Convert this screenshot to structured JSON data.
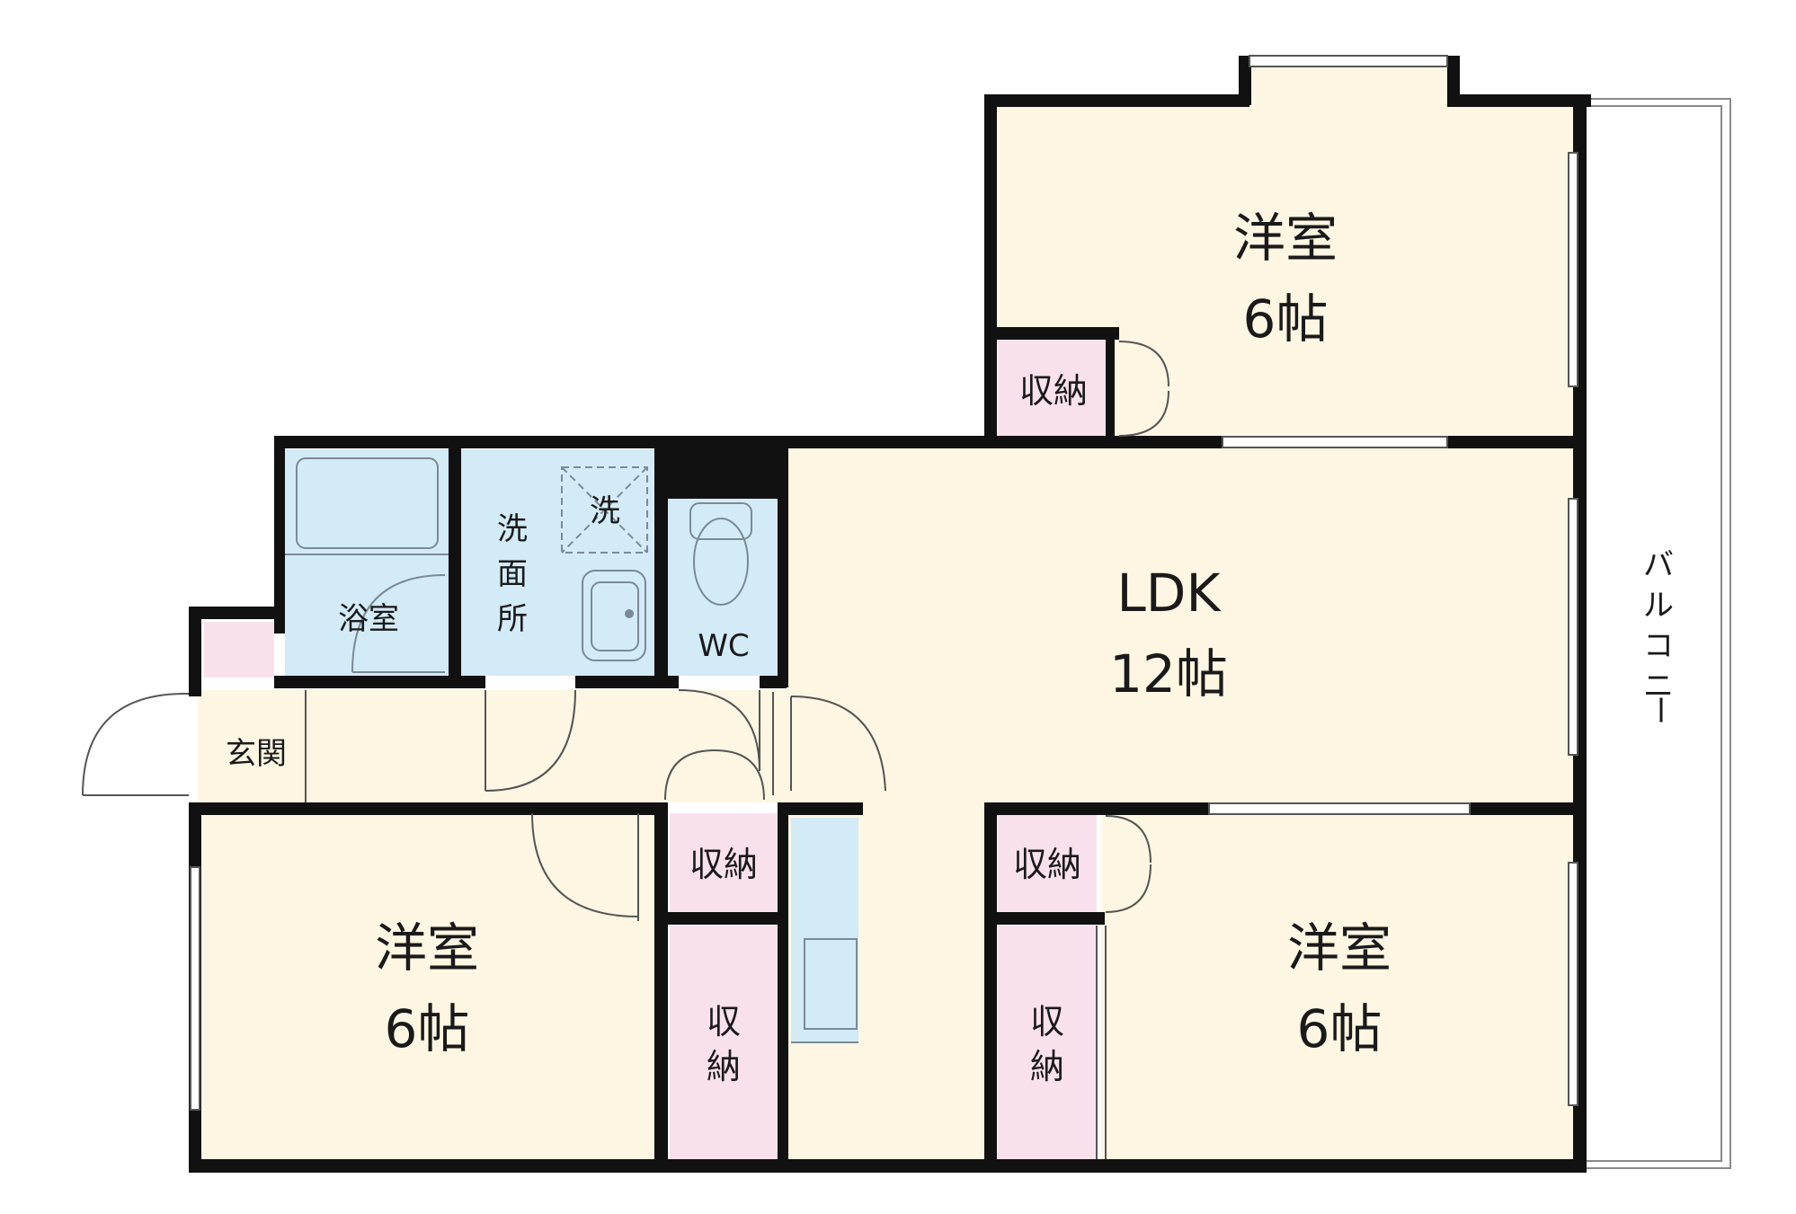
{
  "colors": {
    "room": "#fdf6e3",
    "wet": "#d3ebf7",
    "storage": "#f9e1ec",
    "wall": "#111111"
  },
  "rooms": {
    "western_top": {
      "name": "洋室",
      "size": "6帖"
    },
    "western_left": {
      "name": "洋室",
      "size": "6帖"
    },
    "western_right": {
      "name": "洋室",
      "size": "6帖"
    },
    "ldk": {
      "name": "LDK",
      "size": "12帖"
    },
    "storage": "収納",
    "storage_v1": "収",
    "storage_v2": "納",
    "bath": "浴室",
    "washroom": [
      "洗",
      "面",
      "所"
    ],
    "washer": "洗",
    "wc": "WC",
    "entrance": "玄関",
    "balcony": [
      "バ",
      "ル",
      "コ",
      "ニ",
      "ー"
    ]
  }
}
